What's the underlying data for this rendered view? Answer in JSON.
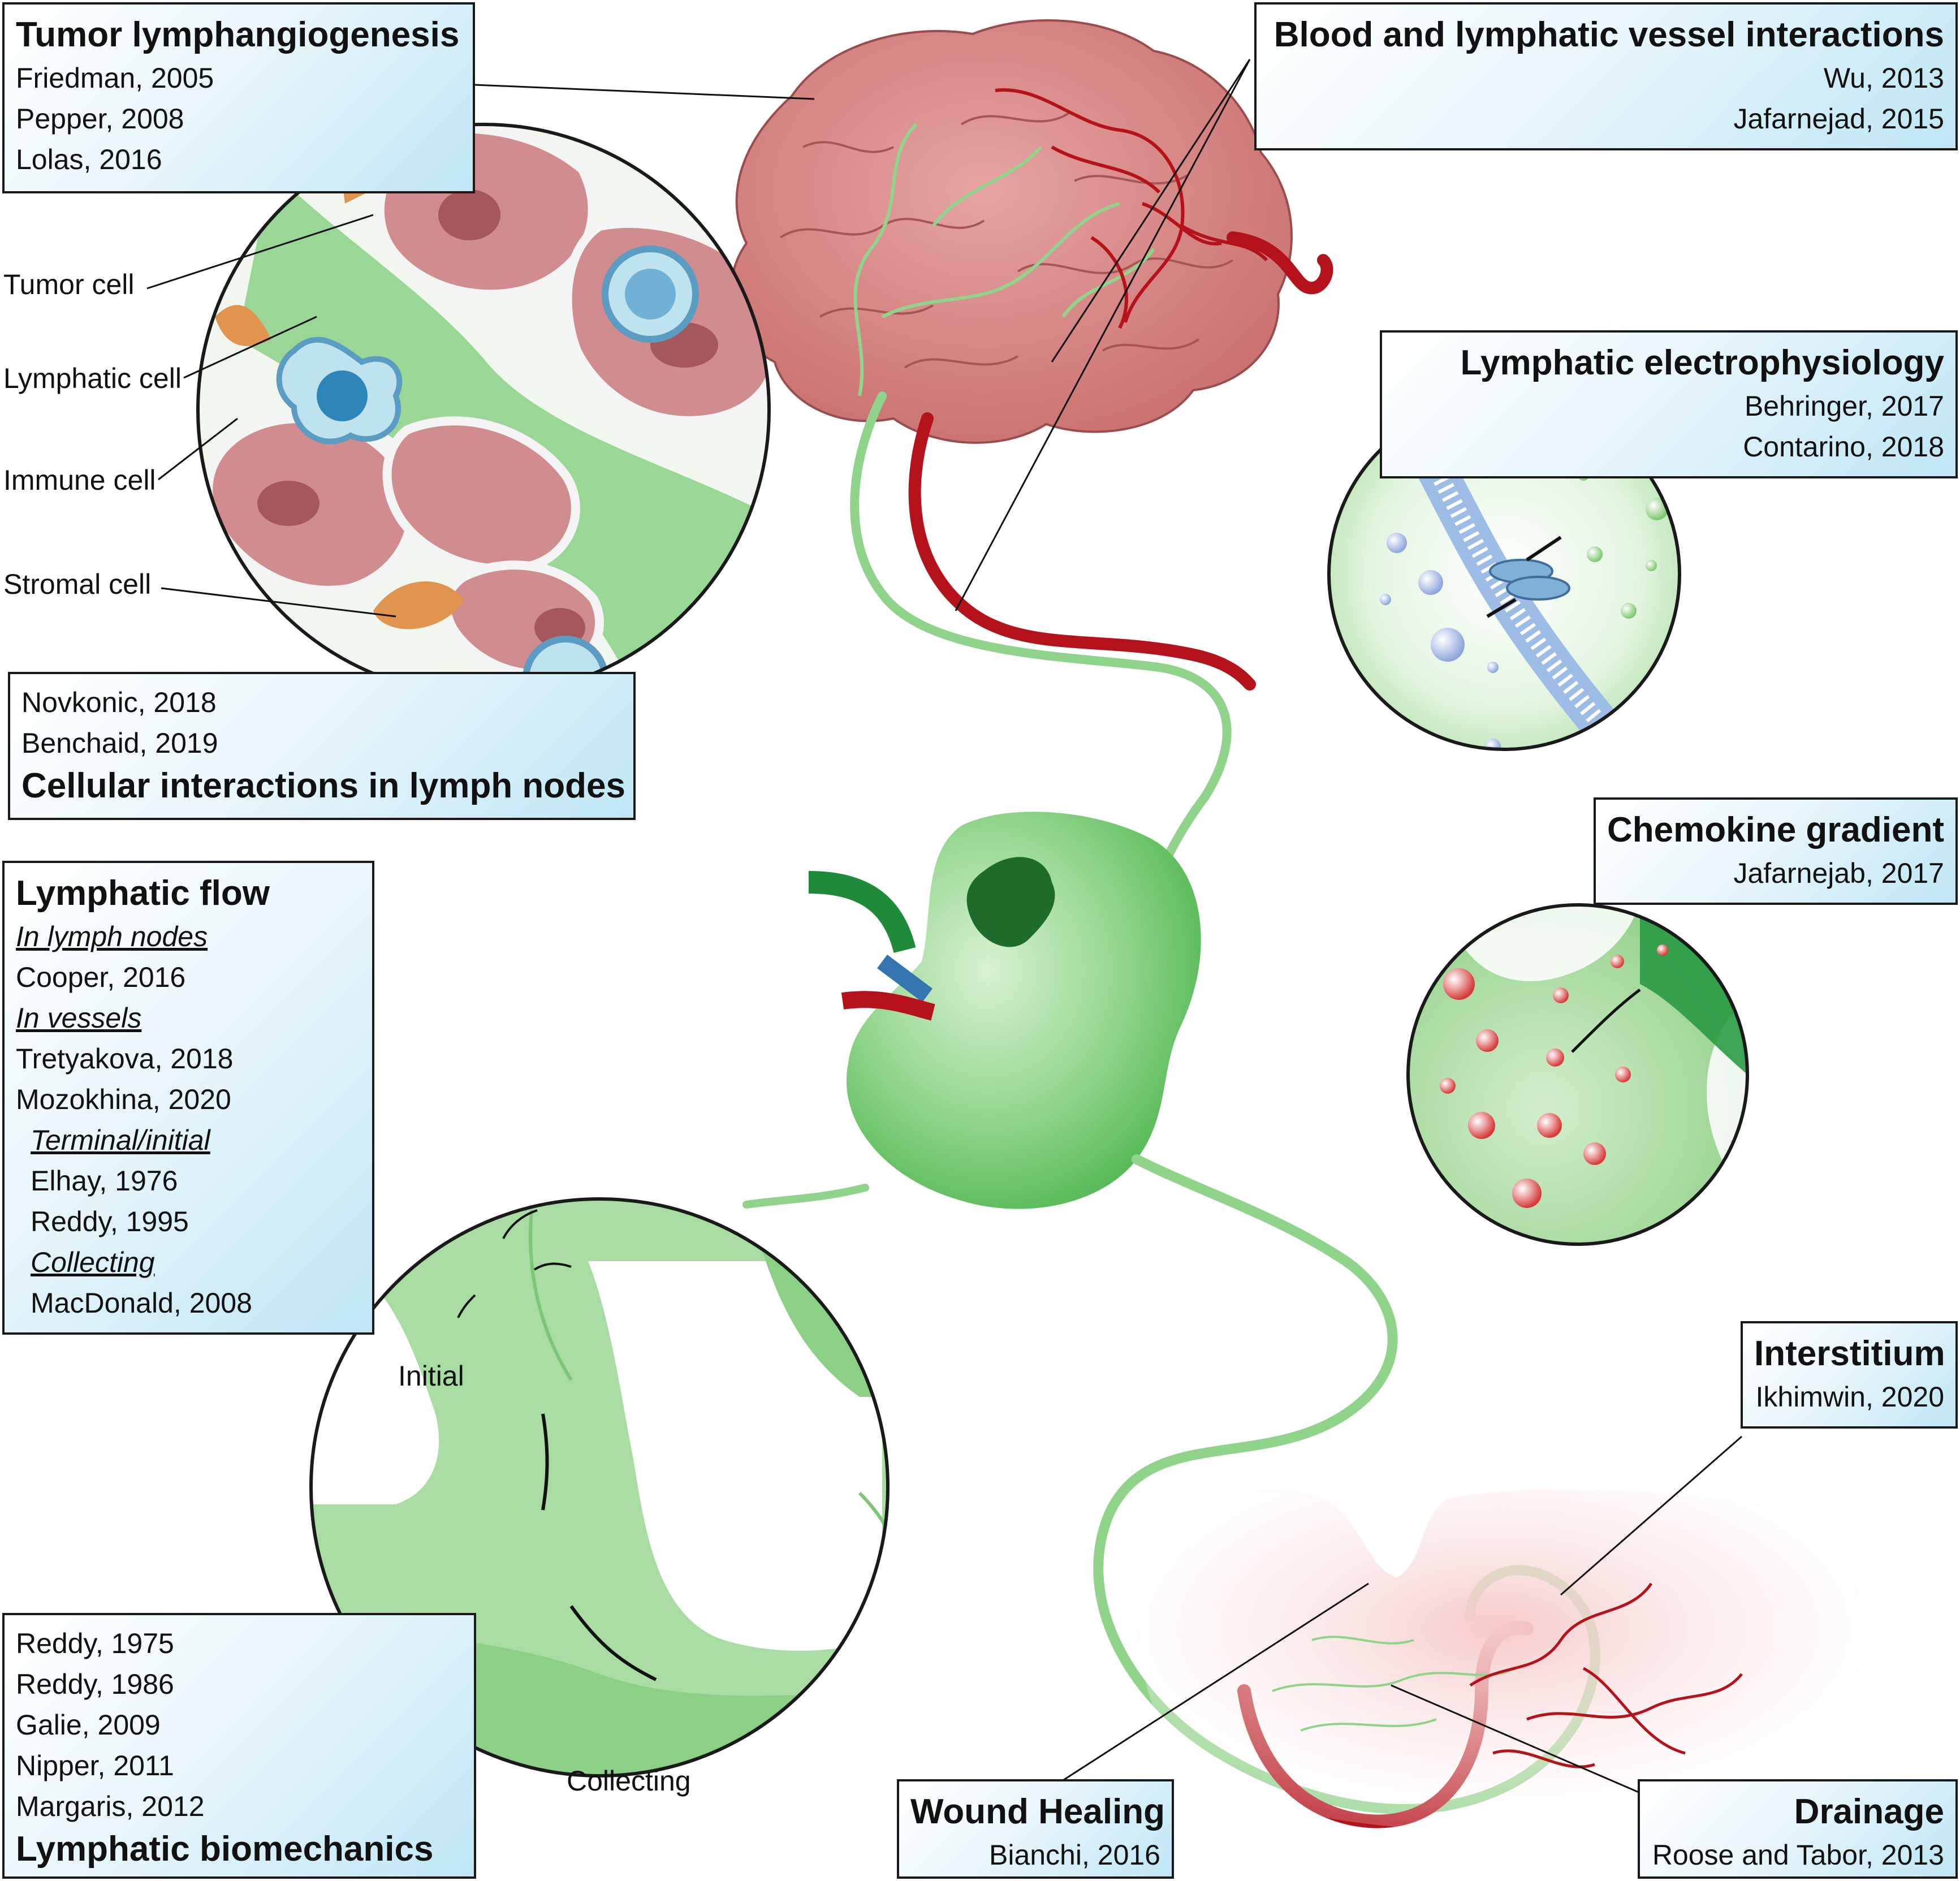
{
  "boxes": {
    "tumor_lymph": {
      "title": "Tumor lymphangiogenesis",
      "refs": [
        "Friedman, 2005",
        "Pepper, 2008",
        "Lolas, 2016"
      ]
    },
    "blood_lymph": {
      "title": "Blood and lymphatic vessel interactions",
      "refs": [
        "Wu, 2013",
        "Jafarnejad, 2015"
      ]
    },
    "electro": {
      "title": "Lymphatic electrophysiology",
      "refs": [
        "Behringer, 2017",
        "Contarino, 2018"
      ]
    },
    "cellular": {
      "title": "Cellular interactions in lymph nodes",
      "refs": [
        "Novkonic, 2018",
        "Benchaid, 2019"
      ]
    },
    "chemokine": {
      "title": "Chemokine gradient",
      "refs": [
        "Jafarnejab, 2017"
      ]
    },
    "flow": {
      "title": "Lymphatic flow",
      "sub_nodes": "In lymph nodes",
      "ref_nodes": "Cooper, 2016",
      "sub_vessels": "In vessels",
      "refs_vessels": [
        "Tretyakova, 2018",
        "Mozokhina, 2020"
      ],
      "sub_terminal": "Terminal/initial",
      "refs_terminal": [
        "Elhay, 1976",
        "Reddy, 1995"
      ],
      "sub_collecting": "Collecting",
      "ref_collecting": "MacDonald, 2008"
    },
    "interstitium": {
      "title": "Interstitium",
      "refs": [
        "Ikhimwin, 2020"
      ]
    },
    "biomech": {
      "title": "Lymphatic biomechanics",
      "refs": [
        "Reddy, 1975",
        "Reddy, 1986",
        "Galie, 2009",
        "Nipper, 2011",
        "Margaris, 2012"
      ]
    },
    "wound": {
      "title": "Wound Healing",
      "refs": [
        "Bianchi, 2016"
      ]
    },
    "drainage": {
      "title": "Drainage",
      "refs": [
        "Roose and Tabor, 2013"
      ]
    }
  },
  "labels": {
    "tumor_cell": "Tumor cell",
    "lymphatic_cell": "Lymphatic cell",
    "immune_cell": "Immune cell",
    "stromal_cell": "Stromal cell",
    "initial": "Initial",
    "collecting": "Collecting"
  },
  "colors": {
    "lymph_green": "#8fd48a",
    "blood_red": "#b5121b",
    "tumor_pink": "#dc8a8c",
    "box_blue": "#bfe6f6"
  }
}
